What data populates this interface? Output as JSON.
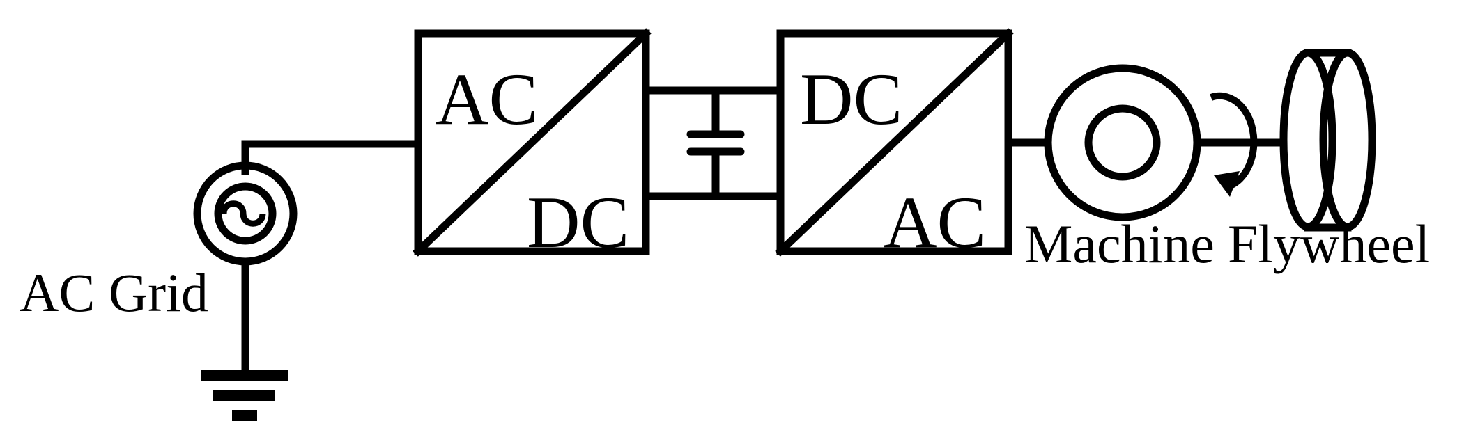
{
  "converter_left": {
    "top_label": "AC",
    "bottom_label": "DC"
  },
  "converter_right": {
    "top_label": "DC",
    "bottom_label": "AC"
  },
  "labels": {
    "grid": "AC Grid",
    "machine": "Machine",
    "flywheel": "Flywheel"
  }
}
